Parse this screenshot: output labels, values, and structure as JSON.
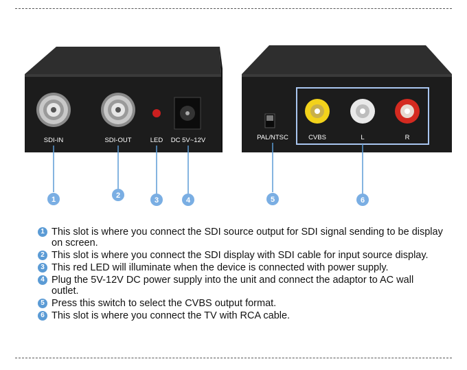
{
  "front_panel": {
    "labels": [
      "SDI-IN",
      "SDI-OUT",
      "LED",
      "DC 5V~12V"
    ],
    "callouts": [
      "1",
      "2",
      "3",
      "4"
    ]
  },
  "back_panel": {
    "labels": [
      "PAL/NTSC",
      "CVBS",
      "L",
      "R"
    ],
    "callouts": [
      "5",
      "6"
    ]
  },
  "descriptions": [
    {
      "num": "1",
      "text": "This slot is where you connect the SDI source output for SDI signal sending to be display on screen."
    },
    {
      "num": "2",
      "text": "This slot is where you connect the SDI display with SDI cable for input source display."
    },
    {
      "num": "3",
      "text": "This red LED will illuminate when the device is connected with power supply."
    },
    {
      "num": "4",
      "text": "Plug the 5V-12V DC power supply into the unit and connect the adaptor to AC wall outlet."
    },
    {
      "num": "5",
      "text": "Press this switch to select the CVBS output format."
    },
    {
      "num": "6",
      "text": "This slot is where you connect the TV with RCA cable."
    }
  ],
  "colors": {
    "accent": "#5b9bd5",
    "device": "#1c1c1c",
    "rca_yellow": "#f2d21b",
    "rca_red": "#d42a20",
    "led": "#cc1f1f"
  }
}
